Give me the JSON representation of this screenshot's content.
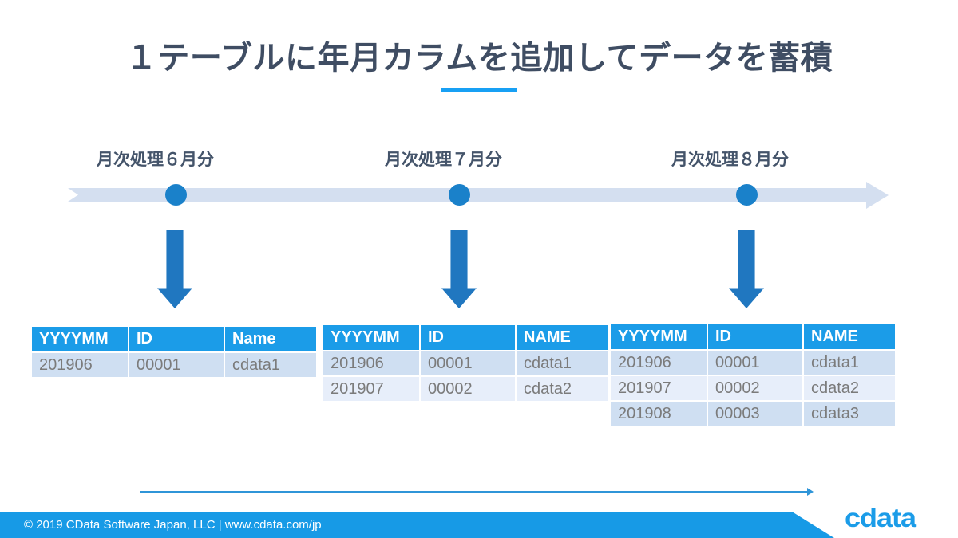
{
  "slide": {
    "title": "１テーブルに年月カラムを追加してデータを蓄積"
  },
  "timeline": {
    "labels": [
      "月次処理６月分",
      "月次処理７月分",
      "月次処理８月分"
    ]
  },
  "tables": [
    {
      "headers": [
        "YYYYMM",
        "ID",
        "Name"
      ],
      "rows": [
        [
          "201906",
          "00001",
          "cdata1"
        ]
      ]
    },
    {
      "headers": [
        "YYYYMM",
        "ID",
        "NAME"
      ],
      "rows": [
        [
          "201906",
          "00001",
          "cdata1"
        ],
        [
          "201907",
          "00002",
          "cdata2"
        ]
      ]
    },
    {
      "headers": [
        "YYYYMM",
        "ID",
        "NAME"
      ],
      "rows": [
        [
          "201906",
          "00001",
          "cdata1"
        ],
        [
          "201907",
          "00002",
          "cdata2"
        ],
        [
          "201908",
          "00003",
          "cdata3"
        ]
      ]
    }
  ],
  "footer": {
    "copyright": "© 2019 CData Software Japan, LLC |  www.cdata.com/jp",
    "logo": "cdata"
  },
  "colors": {
    "title_text": "#3f4d63",
    "label_text": "#44546a",
    "underline_blue": "#18a0f4",
    "timeline_bar": "#d4dff0",
    "dot_blue": "#1a81ca",
    "arrow_blue": "#2077c0",
    "table_header_blue": "#1b9ce8",
    "row_odd": "#cfdff2",
    "row_even": "#e7eefa",
    "cell_text": "#7b7b7b",
    "footer_blue": "#179ae6",
    "logo_blue": "#1b9ce8"
  }
}
